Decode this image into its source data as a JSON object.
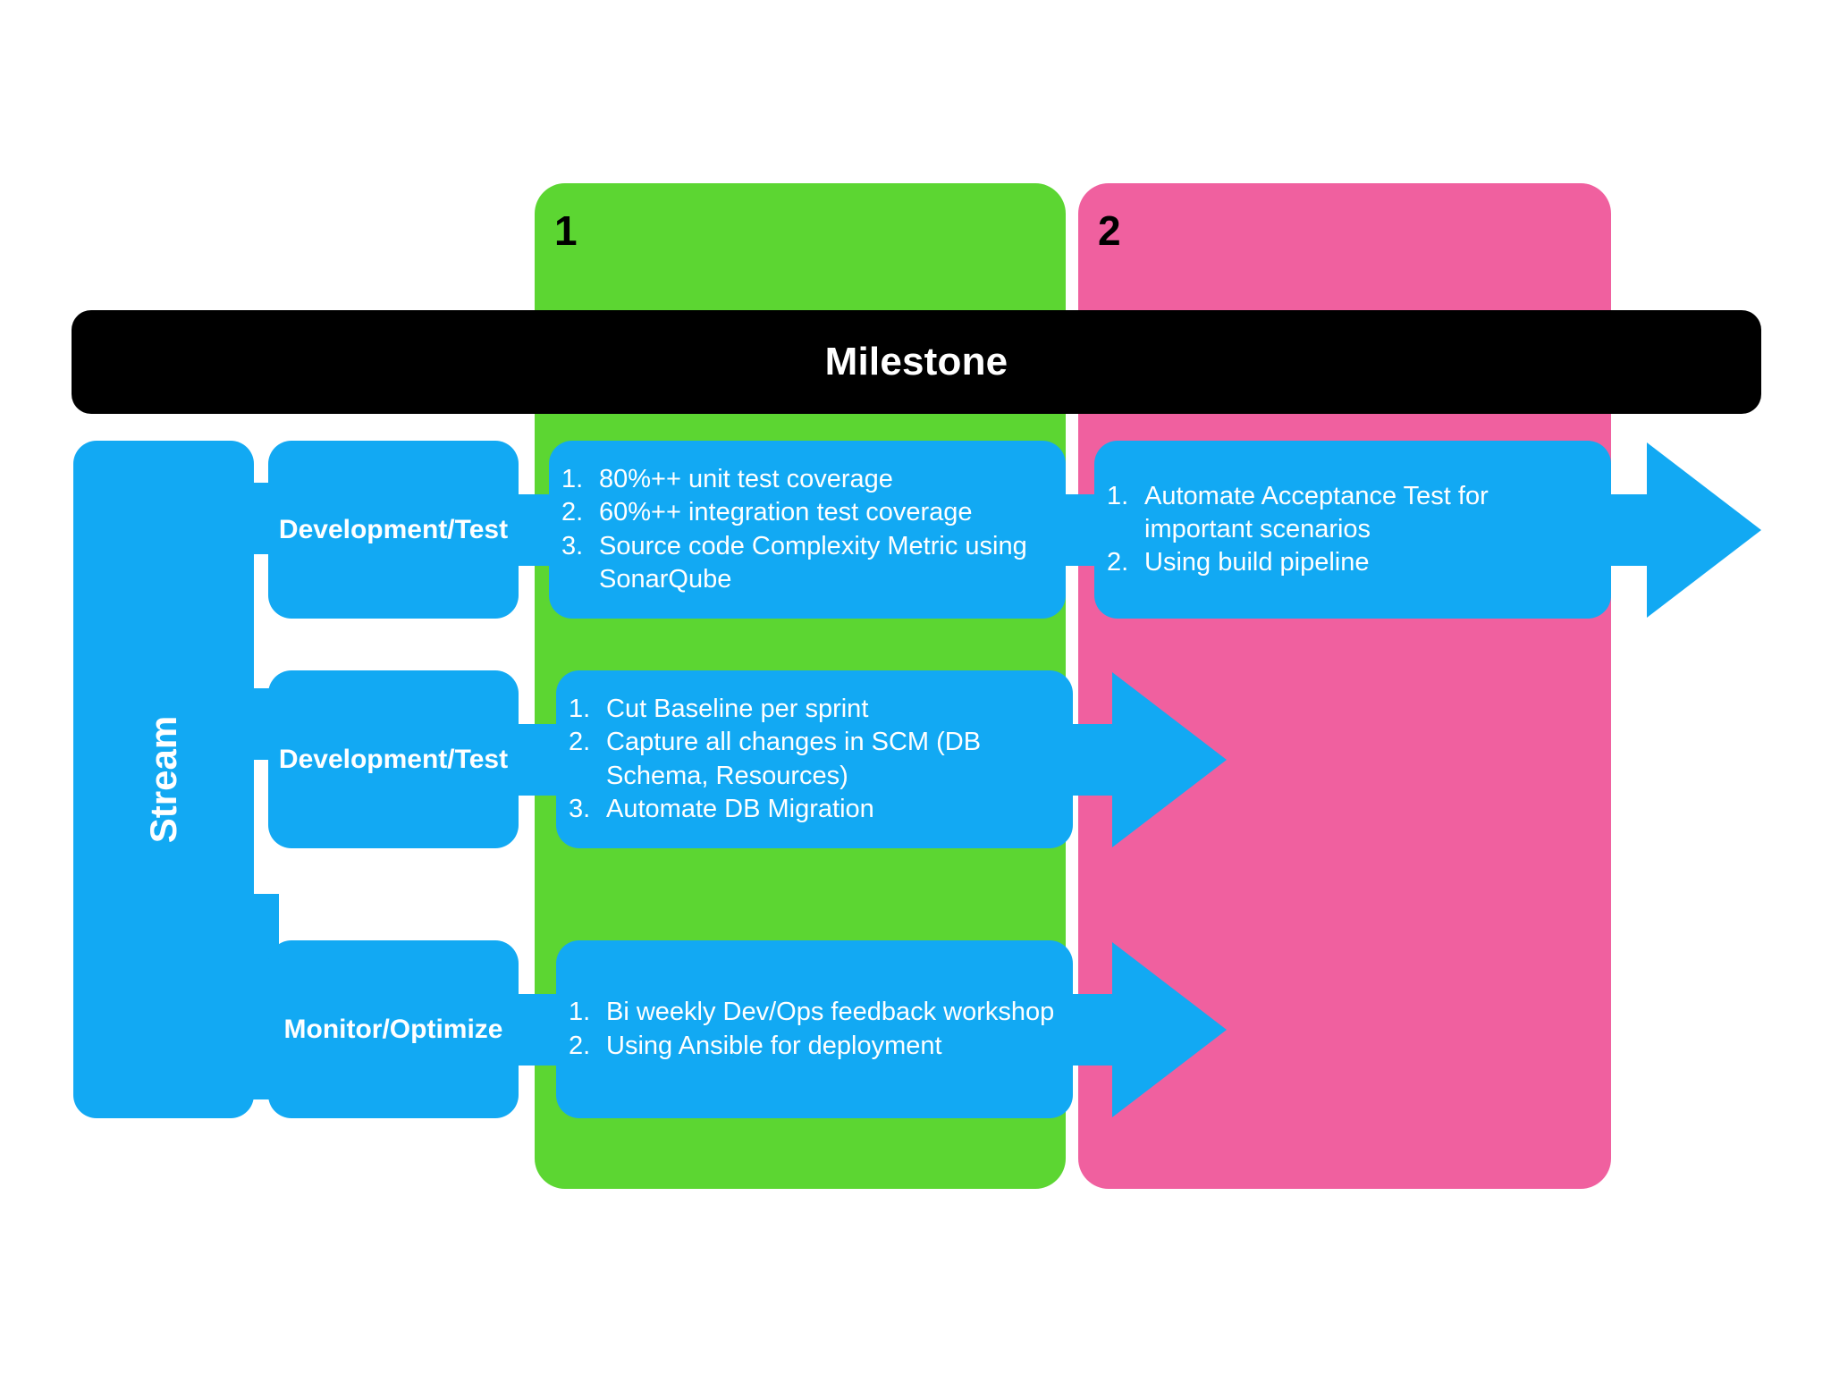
{
  "colors": {
    "phase1": "#5CD632",
    "phase2": "#F0609F",
    "blue": "#12A9F3",
    "milestone_bg": "#000000",
    "milestone_text": "#FFFFFF",
    "canvas": "#FFFFFF"
  },
  "milestone": {
    "label": "Milestone"
  },
  "phases": [
    {
      "number": "1",
      "color": "#5CD632"
    },
    {
      "number": "2",
      "color": "#F0609F"
    }
  ],
  "stream": {
    "label": "Stream"
  },
  "lanes": [
    {
      "label": "Development/Test"
    },
    {
      "label": "Development/Test"
    },
    {
      "label": "Monitor/Optimize"
    }
  ],
  "cards": [
    {
      "lane": 0,
      "phase": 1,
      "items": [
        {
          "num": "1.",
          "text": "80%++ unit test coverage"
        },
        {
          "num": "2.",
          "text": "60%++ integration test coverage"
        },
        {
          "num": "3.",
          "text": "Source code Complexity Metric using SonarQube"
        }
      ]
    },
    {
      "lane": 0,
      "phase": 2,
      "items": [
        {
          "num": "1.",
          "text": "Automate Acceptance Test for important scenarios"
        },
        {
          "num": "2.",
          "text": "Using build pipeline"
        }
      ]
    },
    {
      "lane": 1,
      "phase": 1,
      "items": [
        {
          "num": "1.",
          "text": "Cut Baseline per sprint"
        },
        {
          "num": "2.",
          "text": "Capture all changes in SCM (DB Schema, Resources)"
        },
        {
          "num": "3.",
          "text": "Automate DB Migration"
        }
      ]
    },
    {
      "lane": 2,
      "phase": 1,
      "items": [
        {
          "num": "1.",
          "text": "Bi weekly Dev/Ops feedback workshop"
        },
        {
          "num": "2.",
          "text": "Using Ansible for deployment"
        }
      ]
    }
  ]
}
